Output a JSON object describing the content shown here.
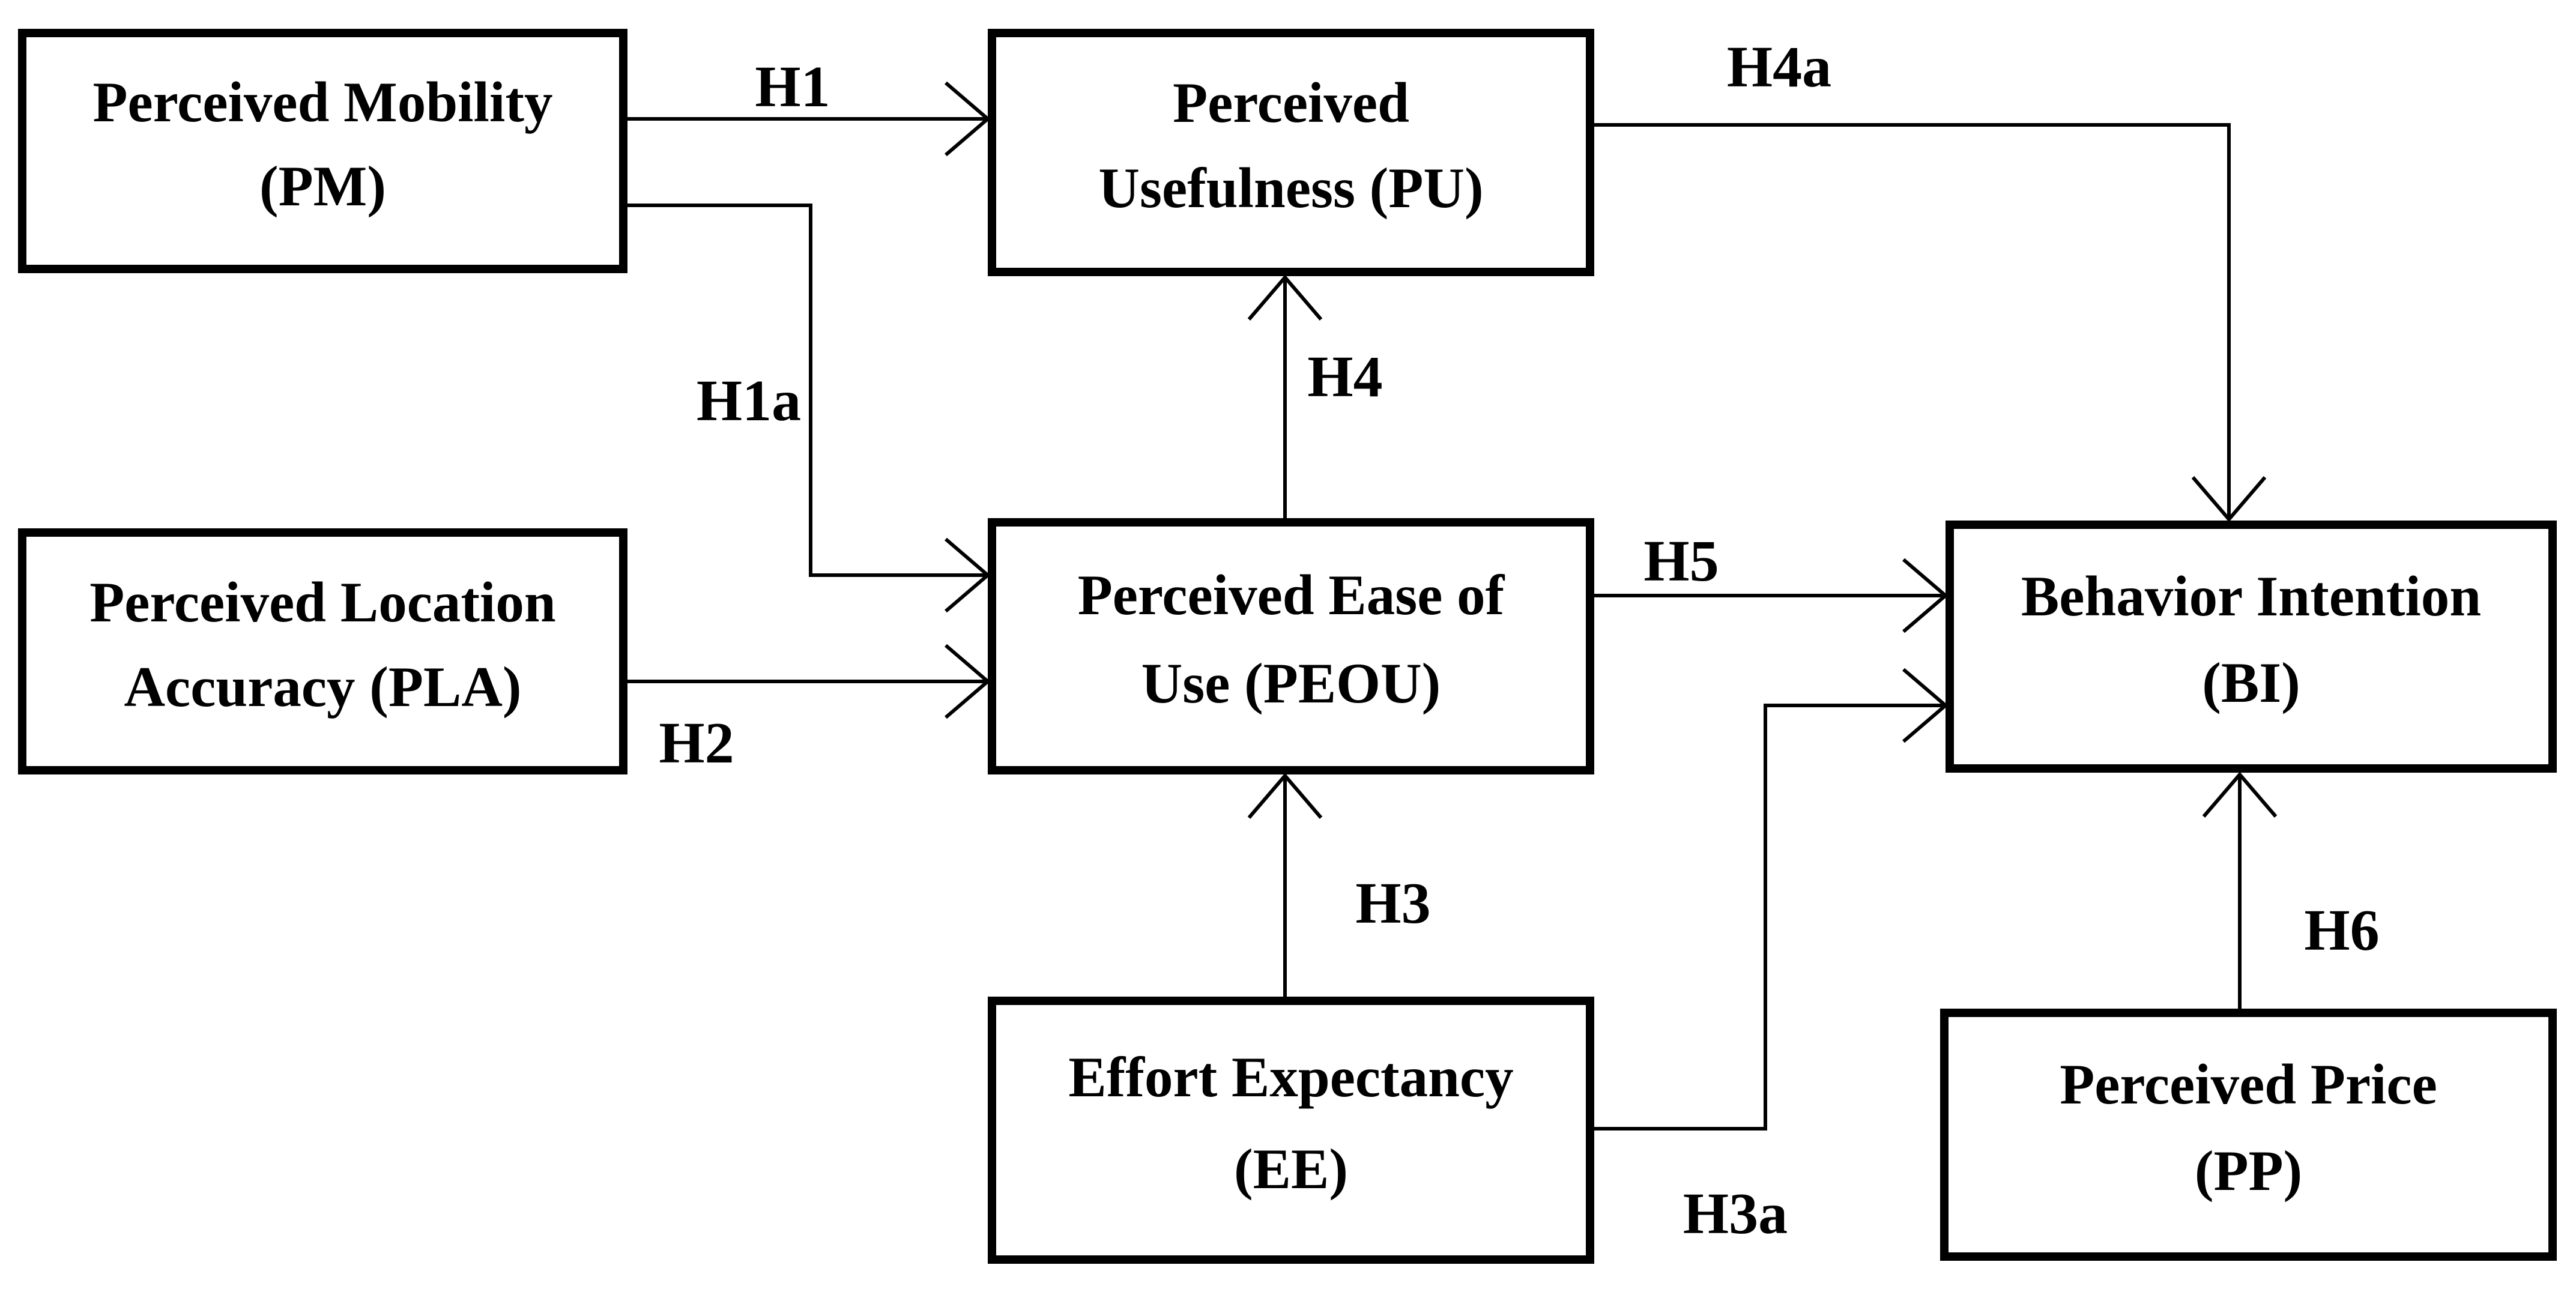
{
  "colors": {
    "line": "#000000",
    "text": "#000000",
    "background": "#ffffff"
  },
  "boxes": {
    "pm": {
      "line1": "Perceived Mobility",
      "line2": "(PM)"
    },
    "pu": {
      "line1": "Perceived",
      "line2": "Usefulness (PU)"
    },
    "pla": {
      "line1": "Perceived Location",
      "line2": "Accuracy (PLA)"
    },
    "peou": {
      "line1": "Perceived Ease of",
      "line2": "Use (PEOU)"
    },
    "bi": {
      "line1": "Behavior Intention",
      "line2": "(BI)"
    },
    "ee": {
      "line1": "Effort Expectancy",
      "line2": "(EE)"
    },
    "pp": {
      "line1": "Perceived Price",
      "line2": "(PP)"
    }
  },
  "arrows": [
    {
      "label": "H1",
      "from": "PM",
      "to": "PU"
    },
    {
      "label": "H1a",
      "from": "PM",
      "to": "PEOU"
    },
    {
      "label": "H2",
      "from": "PLA",
      "to": "PEOU"
    },
    {
      "label": "H3",
      "from": "EE",
      "to": "PEOU"
    },
    {
      "label": "H3a",
      "from": "EE",
      "to": "BI"
    },
    {
      "label": "H4",
      "from": "PEOU",
      "to": "PU"
    },
    {
      "label": "H4a",
      "from": "PU",
      "to": "BI"
    },
    {
      "label": "H5",
      "from": "PEOU",
      "to": "BI"
    },
    {
      "label": "H6",
      "from": "PP",
      "to": "BI"
    }
  ]
}
